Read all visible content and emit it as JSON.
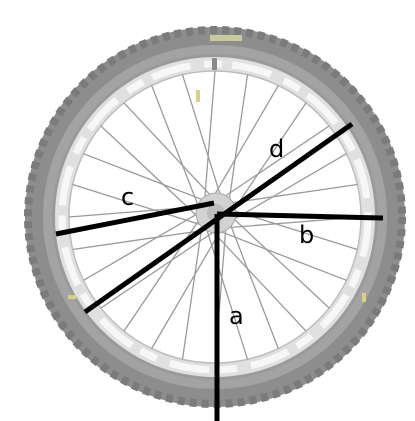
{
  "diagram": {
    "segment_labels": {
      "a": "a",
      "b": "b",
      "c": "c",
      "d": "d"
    },
    "colors": {
      "tire": "#8d8d8d",
      "tire_dark": "#6f6f6f",
      "rim": "#dcdcdc",
      "rim_decal": "#ffffff",
      "spoke": "#9a9a9a",
      "hub": "#c8c8c8",
      "measure_line": "#000000",
      "valve": "#d9cf8a"
    }
  }
}
